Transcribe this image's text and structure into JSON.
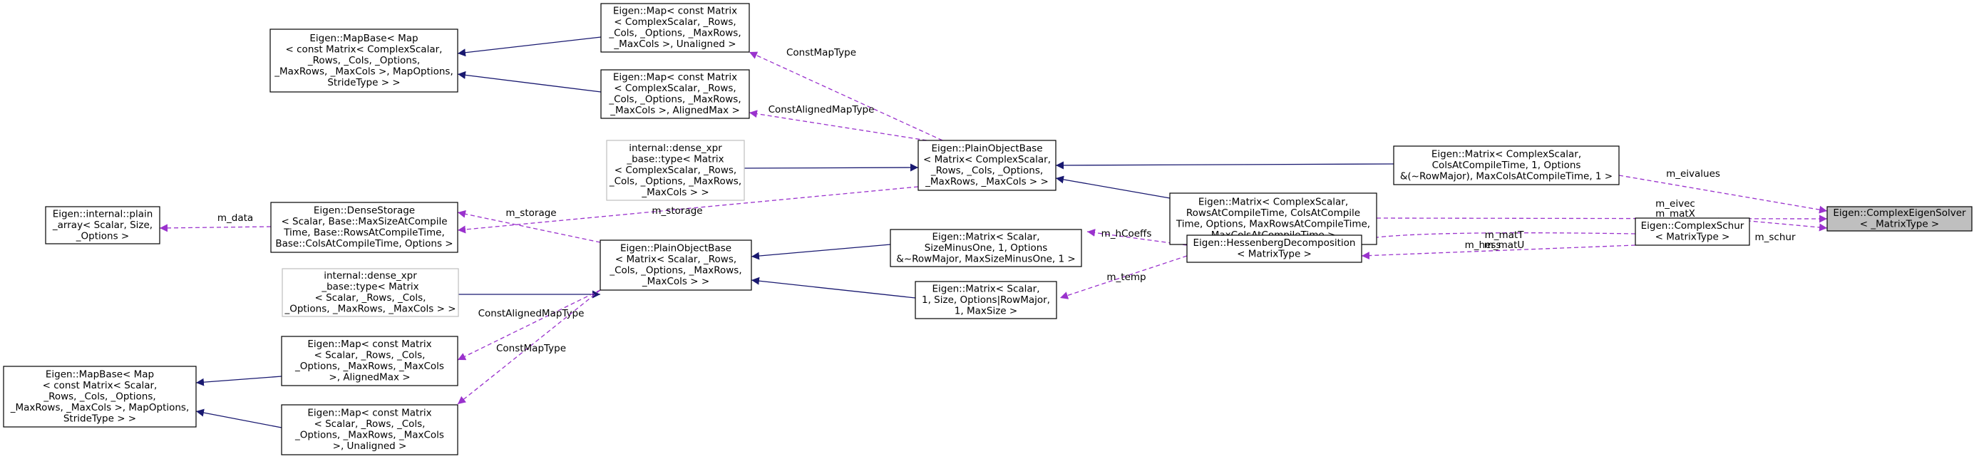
{
  "diagram": {
    "nodes": [
      {
        "id": "ces",
        "lines": [
          "Eigen::ComplexEigenSolver",
          "< _MatrixType >"
        ],
        "style": "root"
      },
      {
        "id": "mat_eivalues",
        "lines": [
          "Eigen::Matrix< ComplexScalar,",
          "ColsAtCompileTime, 1, Options",
          "&(~RowMajor), MaxColsAtCompileTime, 1 >"
        ],
        "style": "normal"
      },
      {
        "id": "mat_eivec",
        "lines": [
          "Eigen::Matrix< ComplexScalar,",
          "RowsAtCompileTime, ColsAtCompile",
          "Time, Options, MaxRowsAtCompileTime,",
          "MaxColsAtCompileTime >"
        ],
        "style": "normal"
      },
      {
        "id": "cschur",
        "lines": [
          "Eigen::ComplexSchur",
          "< MatrixType >"
        ],
        "style": "normal"
      },
      {
        "id": "hess",
        "lines": [
          "Eigen::HessenbergDecomposition",
          "< MatrixType >"
        ],
        "style": "normal"
      },
      {
        "id": "mat_hcoeffs",
        "lines": [
          "Eigen::Matrix< Scalar,",
          "SizeMinusOne, 1, Options",
          "&~RowMajor, MaxSizeMinusOne, 1 >"
        ],
        "style": "normal"
      },
      {
        "id": "mat_temp",
        "lines": [
          "Eigen::Matrix< Scalar,",
          "1, Size, Options|RowMajor,",
          "1, MaxSize >"
        ],
        "style": "normal"
      },
      {
        "id": "pob_c",
        "lines": [
          "Eigen::PlainObjectBase",
          "< Matrix< ComplexScalar,",
          "_Rows, _Cols, _Options,",
          "_MaxRows, _MaxCols > >"
        ],
        "style": "normal"
      },
      {
        "id": "pob_s",
        "lines": [
          "Eigen::PlainObjectBase",
          "< Matrix< Scalar, _Rows,",
          "_Cols, _Options, _MaxRows,",
          "_MaxCols > >"
        ],
        "style": "normal"
      },
      {
        "id": "map_c_un",
        "lines": [
          "Eigen::Map< const Matrix",
          "< ComplexScalar, _Rows,",
          "_Cols, _Options, _MaxRows,",
          "_MaxCols >, Unaligned >"
        ],
        "style": "normal"
      },
      {
        "id": "map_c_al",
        "lines": [
          "Eigen::Map< const Matrix",
          "< ComplexScalar, _Rows,",
          "_Cols, _Options, _MaxRows,",
          "_MaxCols >, AlignedMax >"
        ],
        "style": "normal"
      },
      {
        "id": "dxpr_c",
        "lines": [
          "internal::dense_xpr",
          "_base::type< Matrix",
          "< ComplexScalar, _Rows,",
          "_Cols, _Options, _MaxRows,",
          "_MaxCols > >"
        ],
        "style": "ghost"
      },
      {
        "id": "mapbase_c",
        "lines": [
          "Eigen::MapBase< Map",
          "< const Matrix< ComplexScalar,",
          "_Rows, _Cols, _Options,",
          "_MaxRows, _MaxCols >, MapOptions,",
          "StrideType > >"
        ],
        "style": "normal"
      },
      {
        "id": "dstorage",
        "lines": [
          "Eigen::DenseStorage",
          "< Scalar, Base::MaxSizeAtCompile",
          "Time, Base::RowsAtCompileTime,",
          "Base::ColsAtCompileTime, Options >"
        ],
        "style": "normal"
      },
      {
        "id": "plain_array",
        "lines": [
          "Eigen::internal::plain",
          "_array< Scalar, Size,",
          "_Options >"
        ],
        "style": "normal"
      },
      {
        "id": "dxpr_s",
        "lines": [
          "internal::dense_xpr",
          "_base::type< Matrix",
          "< Scalar, _Rows, _Cols,",
          "_Options, _MaxRows, _MaxCols > >"
        ],
        "style": "ghost"
      },
      {
        "id": "map_s_al",
        "lines": [
          "Eigen::Map< const Matrix",
          "< Scalar, _Rows, _Cols,",
          "_Options, _MaxRows, _MaxCols",
          ">, AlignedMax >"
        ],
        "style": "normal"
      },
      {
        "id": "map_s_un",
        "lines": [
          "Eigen::Map< const Matrix",
          "< Scalar, _Rows, _Cols,",
          "_Options, _MaxRows, _MaxCols",
          ">, Unaligned >"
        ],
        "style": "normal"
      },
      {
        "id": "mapbase_s",
        "lines": [
          "Eigen::MapBase< Map",
          "< const Matrix< Scalar,",
          "_Rows, _Cols, _Options,",
          "_MaxRows, _MaxCols >, MapOptions,",
          "StrideType > >"
        ],
        "style": "normal"
      }
    ],
    "edges": [
      {
        "from": "mat_eivalues",
        "to": "ces",
        "kind": "usage",
        "labels": [
          "m_eivalues"
        ]
      },
      {
        "from": "mat_eivec",
        "to": "ces",
        "kind": "usage",
        "labels": [
          "m_eivec",
          "m_matX"
        ]
      },
      {
        "from": "cschur",
        "to": "ces",
        "kind": "usage",
        "labels": [
          "m_schur"
        ]
      },
      {
        "from": "mat_eivec",
        "to": "cschur",
        "kind": "usage",
        "labels": [
          "m_matT",
          "m_matU"
        ]
      },
      {
        "from": "hess",
        "to": "cschur",
        "kind": "usage",
        "labels": [
          "m_hess"
        ]
      },
      {
        "from": "mat_hcoeffs",
        "to": "hess",
        "kind": "usage",
        "labels": [
          "m_hCoeffs"
        ]
      },
      {
        "from": "mat_temp",
        "to": "hess",
        "kind": "usage",
        "labels": [
          "m_temp"
        ]
      },
      {
        "from": "pob_c",
        "to": "mat_eivalues",
        "kind": "inherit",
        "labels": []
      },
      {
        "from": "pob_c",
        "to": "mat_eivec",
        "kind": "inherit",
        "labels": []
      },
      {
        "from": "pob_s",
        "to": "mat_hcoeffs",
        "kind": "inherit",
        "labels": []
      },
      {
        "from": "pob_s",
        "to": "mat_temp",
        "kind": "inherit",
        "labels": []
      },
      {
        "from": "map_c_un",
        "to": "pob_c",
        "kind": "usage",
        "labels": [
          "ConstMapType"
        ]
      },
      {
        "from": "map_c_al",
        "to": "pob_c",
        "kind": "usage",
        "labels": [
          "ConstAlignedMapType"
        ]
      },
      {
        "from": "dxpr_c",
        "to": "pob_c",
        "kind": "inherit",
        "labels": []
      },
      {
        "from": "dstorage",
        "to": "pob_c",
        "kind": "usage",
        "labels": [
          "m_storage"
        ]
      },
      {
        "from": "mapbase_c",
        "to": "map_c_un",
        "kind": "inherit",
        "labels": []
      },
      {
        "from": "mapbase_c",
        "to": "map_c_al",
        "kind": "inherit",
        "labels": []
      },
      {
        "from": "plain_array",
        "to": "dstorage",
        "kind": "usage",
        "labels": [
          "m_data"
        ]
      },
      {
        "from": "dstorage",
        "to": "pob_s",
        "kind": "usage",
        "labels": [
          "m_storage"
        ]
      },
      {
        "from": "dxpr_s",
        "to": "pob_s",
        "kind": "inherit",
        "labels": []
      },
      {
        "from": "map_s_al",
        "to": "pob_s",
        "kind": "usage",
        "labels": [
          "ConstAlignedMapType"
        ]
      },
      {
        "from": "map_s_un",
        "to": "pob_s",
        "kind": "usage",
        "labels": [
          "ConstMapType"
        ]
      },
      {
        "from": "mapbase_s",
        "to": "map_s_al",
        "kind": "inherit",
        "labels": []
      },
      {
        "from": "mapbase_s",
        "to": "map_s_un",
        "kind": "inherit",
        "labels": []
      }
    ]
  }
}
